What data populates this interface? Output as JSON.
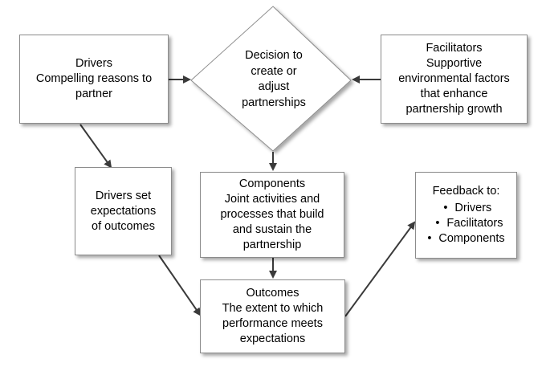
{
  "diagram": {
    "drivers": {
      "title": "Drivers",
      "line1": "Compelling reasons to",
      "line2": "partner"
    },
    "decision": {
      "line1": "Decision to",
      "line2": "create or",
      "line3": "adjust",
      "line4": "partnerships"
    },
    "facilitators": {
      "title": "Facilitators",
      "line1": "Supportive",
      "line2": "environmental factors",
      "line3": "that enhance",
      "line4": "partnership growth"
    },
    "expectations": {
      "line1": "Drivers set",
      "line2": "expectations",
      "line3": "of outcomes"
    },
    "components": {
      "title": "Components",
      "line1": "Joint activities and",
      "line2": "processes that build",
      "line3": "and sustain the",
      "line4": "partnership"
    },
    "outcomes": {
      "title": "Outcomes",
      "line1": "The extent to which",
      "line2": "performance meets",
      "line3": "expectations"
    },
    "feedback": {
      "title": "Feedback to:",
      "items": [
        "Drivers",
        "Facilitators",
        "Components"
      ]
    }
  }
}
